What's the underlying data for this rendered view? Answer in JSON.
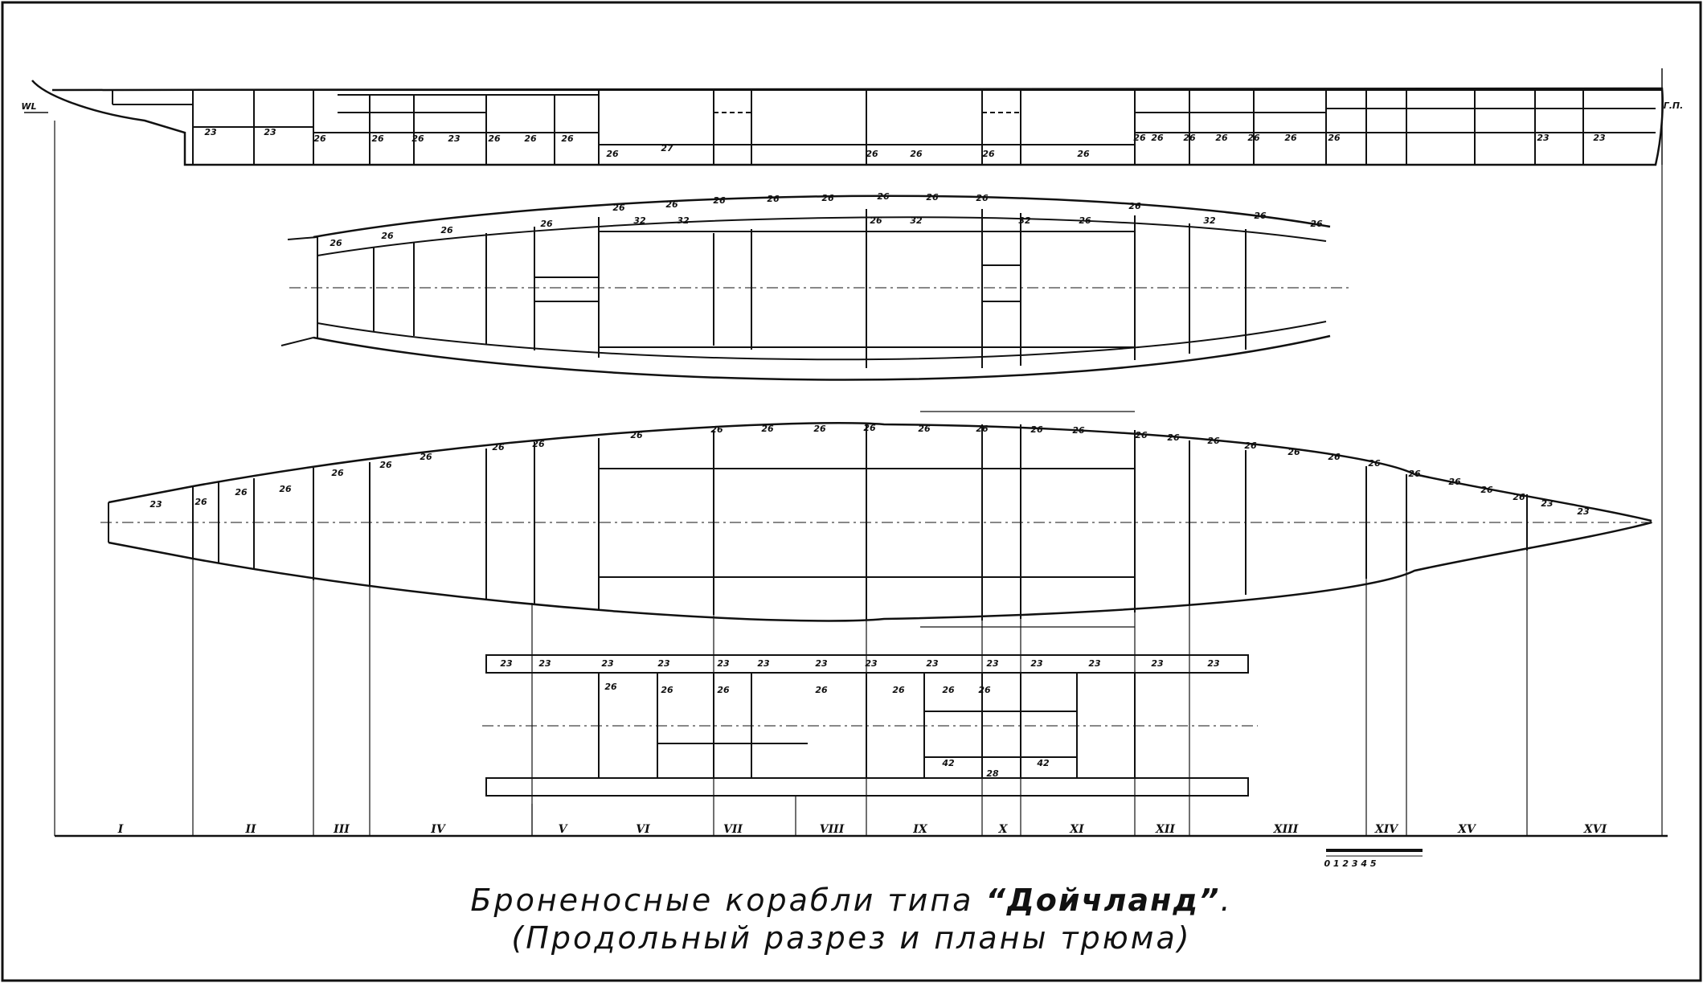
{
  "caption": {
    "line1_prefix": "Броненосные корабли типа ",
    "ship_name": "“Дойчланд”",
    "line1_suffix": ".",
    "line2": "(Продольный разрез и планы трюма)"
  },
  "profile_marks": [
    "WL",
    "Г.П."
  ],
  "section_labels": [
    "I",
    "II",
    "III",
    "IV",
    "V",
    "VI",
    "VII",
    "VIII",
    "IX",
    "X",
    "XI",
    "XII",
    "XIII",
    "XIV",
    "XV",
    "XVI"
  ],
  "scale_bar_label": "0 1 2 3 4 5",
  "compartment_labels": {
    "profile": [
      "23",
      "23",
      "26",
      "26",
      "26",
      "23",
      "26",
      "26",
      "26",
      "27",
      "26",
      "26",
      "26",
      "26",
      "26",
      "26",
      "26",
      "26",
      "26",
      "26",
      "26",
      "26",
      "23",
      "23"
    ],
    "deck_upper": [
      "26",
      "26",
      "26",
      "26",
      "26",
      "26",
      "26",
      "26",
      "26",
      "26",
      "26",
      "26",
      "32",
      "32",
      "26",
      "32",
      "32",
      "26",
      "26",
      "32",
      "26",
      "26"
    ],
    "deck_middle": [
      "23",
      "26",
      "26",
      "26",
      "26",
      "26",
      "26",
      "26",
      "26",
      "26",
      "26",
      "26",
      "26",
      "26",
      "26",
      "26",
      "26",
      "26",
      "26",
      "26",
      "26",
      "26",
      "26",
      "26",
      "26",
      "26",
      "26",
      "26",
      "26",
      "23",
      "23"
    ],
    "deck_lower": [
      "23",
      "23",
      "23",
      "23",
      "23",
      "23",
      "23",
      "23",
      "23",
      "23",
      "23",
      "23",
      "23",
      "23",
      "26",
      "26",
      "26",
      "26",
      "26",
      "26",
      "26",
      "42",
      "42",
      "28"
    ]
  },
  "colors": {
    "ink": "#111111",
    "paper": "#ffffff"
  }
}
